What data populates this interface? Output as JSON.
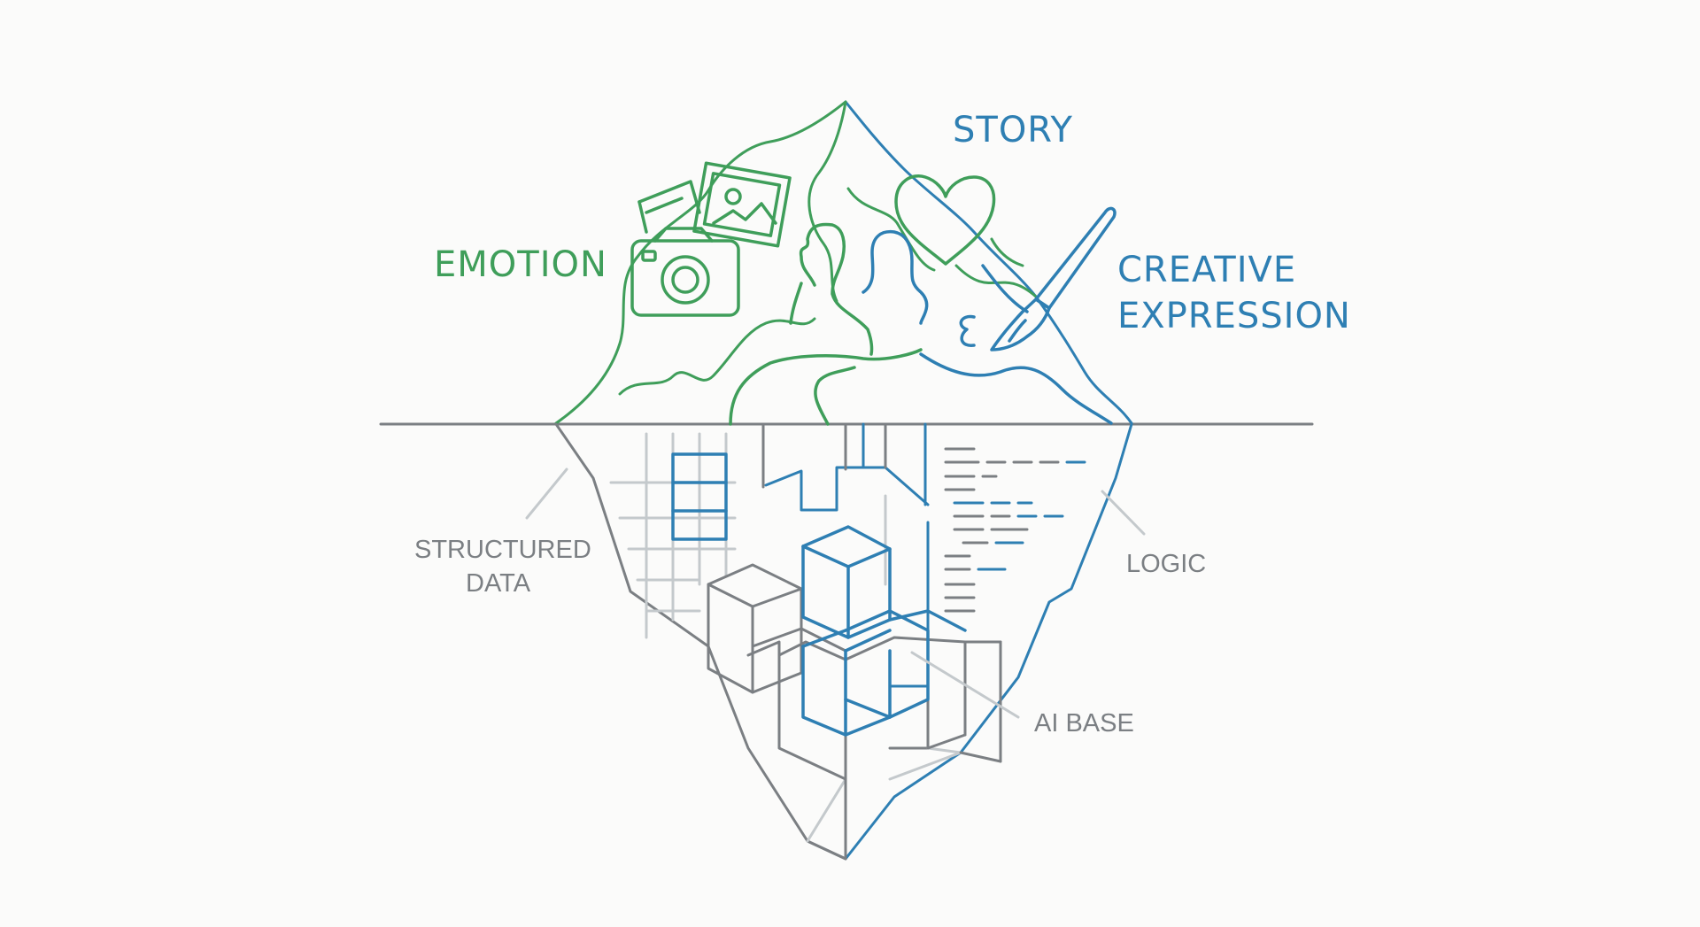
{
  "labels": {
    "story": "STORY",
    "emotion": "EMOTION",
    "creative_line1": "CREATIVE",
    "creative_line2": "EXPRESSION",
    "structured_line1": "STRUCTURED",
    "structured_line2": "DATA",
    "logic": "LOGIC",
    "ai_base": "AI BASE"
  },
  "colors": {
    "green": "#3f9e5a",
    "blue": "#2e7fb3",
    "gray": "#7b7f83",
    "light_gray": "#c4c9cc",
    "background": "#fbfbfa"
  },
  "icons": [
    "camera-icon",
    "photo-frame-icon",
    "heart-icon",
    "paintbrush-icon",
    "person-icon"
  ]
}
